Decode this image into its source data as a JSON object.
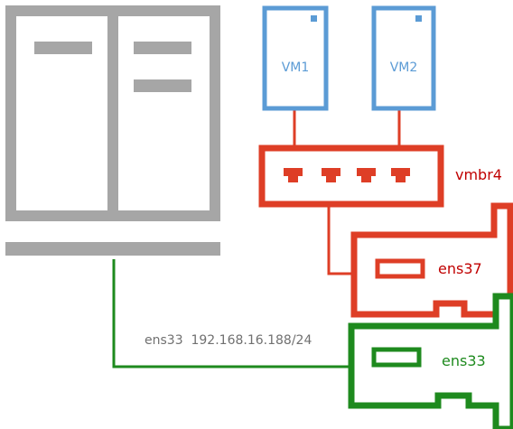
{
  "colors": {
    "server": "#a6a6a6",
    "vm": "#5b9bd5",
    "bridge": "#de3e26",
    "bridge_text": "#c00000",
    "ens33": "#1e8a1e",
    "ens33_text": "#1e8a1e",
    "ip_text": "#707070"
  },
  "icons": {
    "server": "server-icon",
    "vm": "vm-tower-icon",
    "bridge": "network-switch-icon",
    "nic": "network-card-icon"
  },
  "vms": [
    {
      "label": "VM1"
    },
    {
      "label": "VM2"
    }
  ],
  "bridge": {
    "label": "vmbr4"
  },
  "nic_ens37": {
    "label": "ens37"
  },
  "nic_ens33": {
    "label": "ens33"
  },
  "link": {
    "label": "ens33  192.168.16.188/24"
  }
}
